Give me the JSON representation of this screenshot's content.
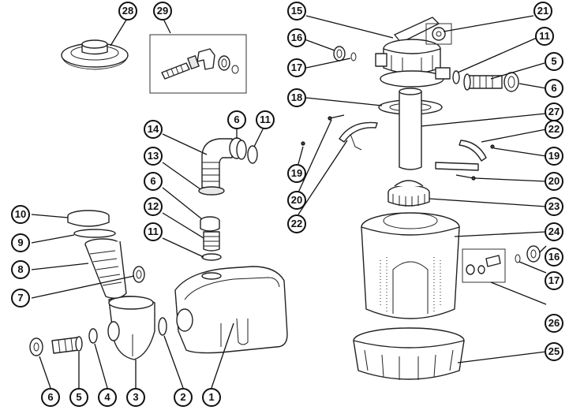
{
  "callouts": [
    {
      "label": "28"
    },
    {
      "label": "29"
    },
    {
      "label": "15"
    },
    {
      "label": "21"
    },
    {
      "label": "16"
    },
    {
      "label": "11"
    },
    {
      "label": "17"
    },
    {
      "label": "5"
    },
    {
      "label": "6"
    },
    {
      "label": "18"
    },
    {
      "label": "27"
    },
    {
      "label": "22"
    },
    {
      "label": "19"
    },
    {
      "label": "20"
    },
    {
      "label": "19"
    },
    {
      "label": "20"
    },
    {
      "label": "22"
    },
    {
      "label": "23"
    },
    {
      "label": "24"
    },
    {
      "label": "16"
    },
    {
      "label": "17"
    },
    {
      "label": "26"
    },
    {
      "label": "25"
    },
    {
      "label": "14"
    },
    {
      "label": "6"
    },
    {
      "label": "11"
    },
    {
      "label": "13"
    },
    {
      "label": "6"
    },
    {
      "label": "12"
    },
    {
      "label": "11"
    },
    {
      "label": "10"
    },
    {
      "label": "9"
    },
    {
      "label": "8"
    },
    {
      "label": "7"
    },
    {
      "label": "6"
    },
    {
      "label": "5"
    },
    {
      "label": "4"
    },
    {
      "label": "3"
    },
    {
      "label": "2"
    },
    {
      "label": "1"
    }
  ]
}
